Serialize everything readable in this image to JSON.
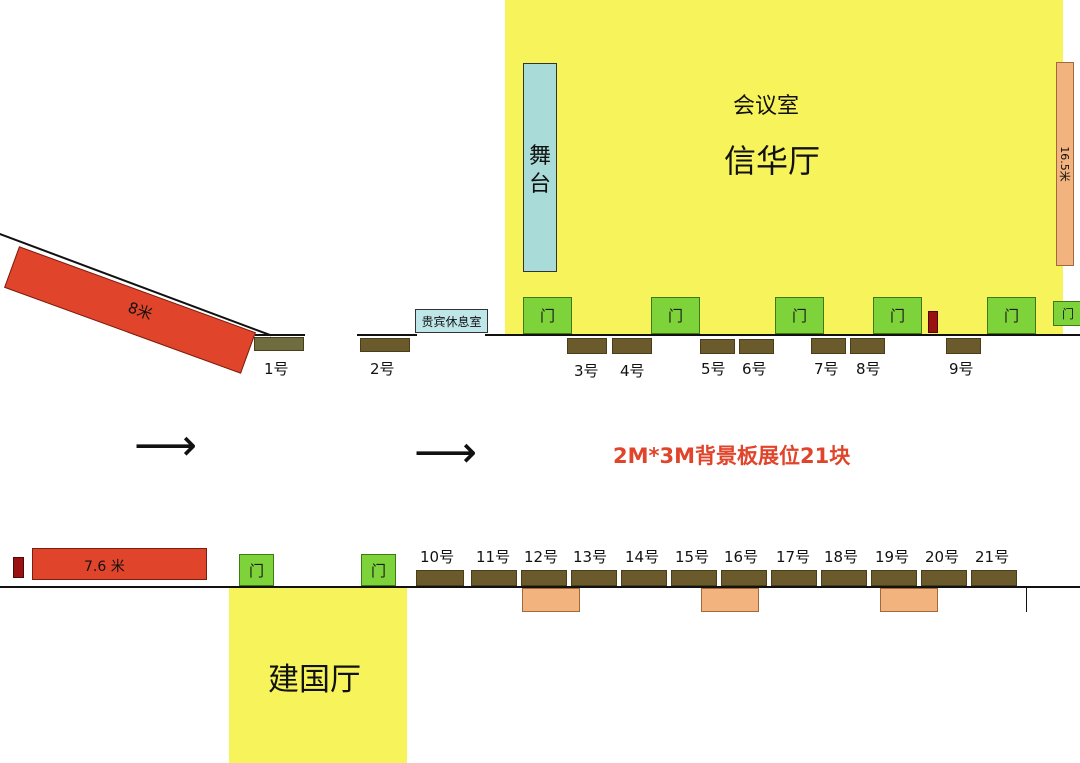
{
  "halls": {
    "xinhua": {
      "name": "信华厅",
      "sublabel": "会议室"
    },
    "jianguo": {
      "name": "建国厅"
    }
  },
  "stage": {
    "label": "舞台"
  },
  "vip_room": {
    "label": "贵宾休息室"
  },
  "dimensions": {
    "slant_wall": "8米",
    "bottom_wall": "7.6 米",
    "right_wall": "16.5米"
  },
  "door_label": "门",
  "booths_top": [
    "1号",
    "2号",
    "3号",
    "4号",
    "5号",
    "6号",
    "7号",
    "8号",
    "9号"
  ],
  "booths_bottom": [
    "10号",
    "11号",
    "12号",
    "13号",
    "14号",
    "15号",
    "16号",
    "17号",
    "18号",
    "19号",
    "20号",
    "21号"
  ],
  "headline": "2M*3M背景板展位21块",
  "colors": {
    "hall": "#f7f35a",
    "door": "#7ed23a",
    "booth": "#6b5a2c",
    "headline": "#e0442b"
  }
}
